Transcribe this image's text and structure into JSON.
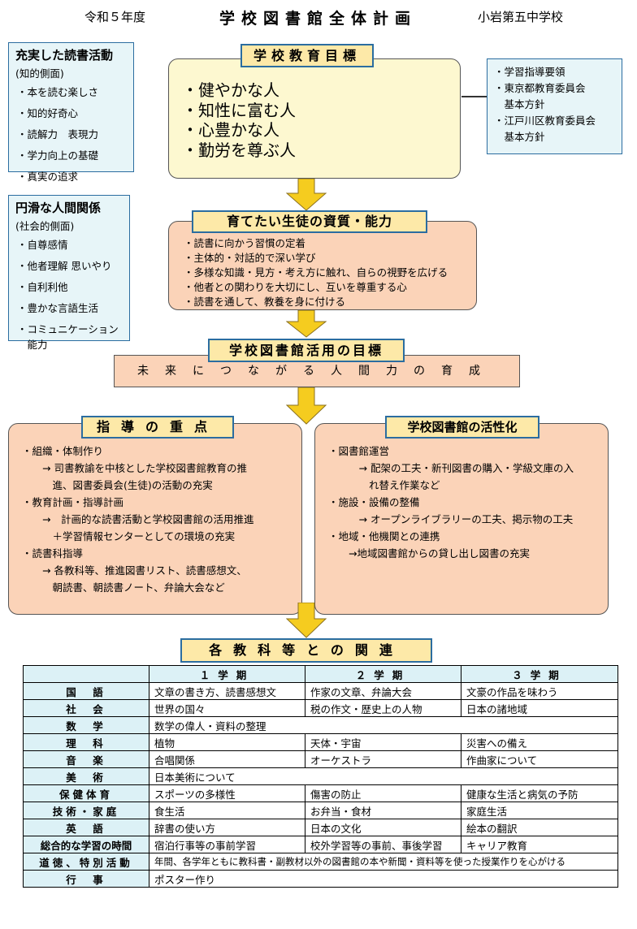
{
  "header": {
    "year": "令和５年度",
    "title": "学校図書館全体計画",
    "school": "小岩第五中学校"
  },
  "left_box_1": {
    "title": "充実した読書活動",
    "subtitle": "(知的側面)",
    "items": [
      "・本を読む楽しさ",
      "・知的好奇心",
      "・読解力　表現力",
      "・学力向上の基礎",
      "・真実の追求"
    ]
  },
  "left_box_2": {
    "title": "円滑な人間関係",
    "subtitle": "(社会的側面)",
    "items": [
      "・自尊感情",
      "・他者理解 思いやり",
      "・自利利他",
      "・豊かな言語生活",
      "・コミュニケーション",
      "　能力"
    ]
  },
  "right_box": {
    "items": [
      "・学習指導要領",
      "・東京都教育委員会",
      "　基本方針",
      "・江戸川区教育委員会",
      "　基本方針"
    ]
  },
  "school_goal": {
    "label": "学校教育目標",
    "items": [
      "・健やかな人",
      "・知性に富む人",
      "・心豊かな人",
      "・勤労を尊ぶ人"
    ]
  },
  "qualities": {
    "label": "育てたい生徒の資質・能力",
    "items": [
      "・読書に向かう習慣の定着",
      "・主体的・対話的で深い学び",
      "・多様な知識・見方・考え方に触れ、自らの視野を広げる",
      "・他者との関わりを大切にし、互いを尊重する心",
      "・読書を通して、教養を身に付ける"
    ]
  },
  "library_goal": {
    "label": "学校図書館活用の目標",
    "text": "未来につながる人間力の育成"
  },
  "guidance": {
    "label": "指導の重点",
    "lines": [
      "・組織・体制作り",
      "　　→ 司書教諭を中核とした学校図書館教育の推",
      "　　　進、図書委員会(生徒)の活動の充実",
      "・教育計画・指導計画",
      "　　→　計画的な読書活動と学校図書館の活用推進",
      "　　　＋学習情報センターとしての環境の充実",
      "・読書科指導",
      "　　→ 各教科等、推進図書リスト、読書感想文、",
      "　　　朝読書、朝読書ノート、弁論大会など"
    ]
  },
  "activation": {
    "label": "学校図書館の活性化",
    "lines": [
      "・図書館運営",
      "　　　→ 配架の工夫・新刊図書の購入・学級文庫の入",
      "　　　　れ替え作業など",
      "・施設・設備の整備",
      "　　　→ オープンライブラリーの工夫、掲示物の工夫",
      "・地域・他機関との連携",
      "　　→地域図書館からの貸し出し図書の充実"
    ]
  },
  "relations": {
    "label": "各教科等との関連",
    "terms": [
      "１学期",
      "２学期",
      "３学期"
    ],
    "rows": [
      {
        "subject": "国　語",
        "cells": [
          "文章の書き方、読書感想文",
          "作家の文章、弁論大会",
          "文豪の作品を味わう"
        ]
      },
      {
        "subject": "社　会",
        "cells": [
          "世界の国々",
          "税の作文・歴史上の人物",
          "日本の諸地域"
        ]
      },
      {
        "subject": "数　学",
        "full": "数学の偉人・資料の整理"
      },
      {
        "subject": "理　科",
        "cells": [
          "植物",
          "天体・宇宙",
          "災害への備え"
        ]
      },
      {
        "subject": "音　楽",
        "cells": [
          "合唱関係",
          "オーケストラ",
          "作曲家について"
        ]
      },
      {
        "subject": "美　術",
        "full": "日本美術について"
      },
      {
        "subject": "保健体育",
        "cells": [
          "スポーツの多様性",
          "傷害の防止",
          "健康な生活と病気の予防"
        ]
      },
      {
        "subject": "技術・家庭",
        "cells": [
          "食生活",
          "お弁当・食材",
          "家庭生活"
        ]
      },
      {
        "subject": "英　語",
        "cells": [
          "辞書の使い方",
          "日本の文化",
          "絵本の翻訳"
        ]
      },
      {
        "subject": "総合的な学習の時間",
        "cells": [
          "宿泊行事等の事前学習",
          "校外学習等の事前、事後学習",
          "キャリア教育"
        ]
      },
      {
        "subject": "道徳、特別活動",
        "full": "年間、各学年ともに教科書・副教材以外の図書館の本や新聞・資料等を使った授業作りを心がける"
      },
      {
        "subject": "行　事",
        "full": "ポスター作り"
      }
    ]
  },
  "colors": {
    "label_fill": "#fde9a8",
    "label_border": "#2b6da0",
    "goal_fill": "#fdf8d0",
    "peach_fill": "#fbd3b8",
    "side_fill": "#e7f5f8",
    "table_header_fill": "#dcf1f6",
    "arrow_fill": "#f5cc1f"
  }
}
